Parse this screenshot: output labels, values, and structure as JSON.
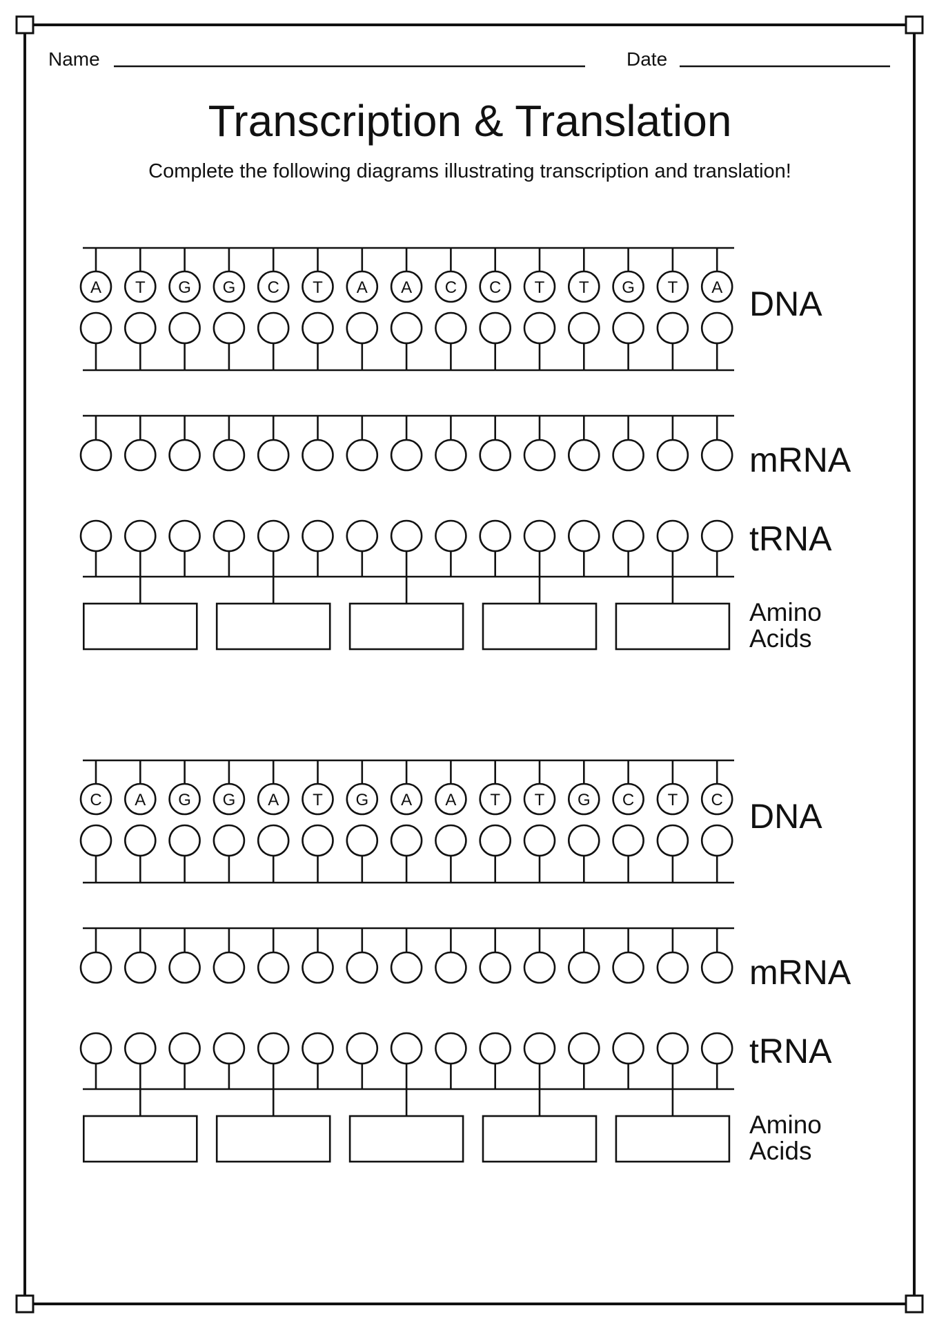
{
  "header": {
    "name_label": "Name",
    "date_label": "Date"
  },
  "title": "Transcription & Translation",
  "instructions": "Complete the following diagrams illustrating transcription and translation!",
  "diagrams": [
    {
      "dna_label": "DNA",
      "mrna_label": "mRNA",
      "trna_label": "tRNA",
      "amino_label_line1": "Amino",
      "amino_label_line2": "Acids",
      "dna_template": [
        "A",
        "T",
        "G",
        "G",
        "C",
        "T",
        "A",
        "A",
        "C",
        "C",
        "T",
        "T",
        "G",
        "T",
        "A"
      ],
      "codon_count": 5
    },
    {
      "dna_label": "DNA",
      "mrna_label": "mRNA",
      "trna_label": "tRNA",
      "amino_label_line1": "Amino",
      "amino_label_line2": "Acids",
      "dna_template": [
        "C",
        "A",
        "G",
        "G",
        "A",
        "T",
        "G",
        "A",
        "A",
        "T",
        "T",
        "G",
        "C",
        "T",
        "C"
      ],
      "codon_count": 5
    }
  ]
}
